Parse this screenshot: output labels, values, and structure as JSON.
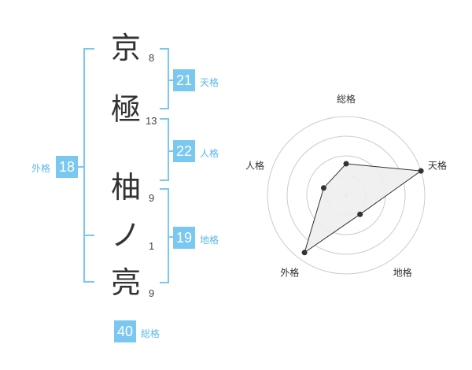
{
  "name_chars": [
    {
      "char": "京",
      "strokes": "8"
    },
    {
      "char": "極",
      "strokes": "13"
    },
    {
      "char": "柚",
      "strokes": "9"
    },
    {
      "char": "ノ",
      "strokes": "1"
    },
    {
      "char": "亮",
      "strokes": "9"
    }
  ],
  "scores": {
    "tenkaku": {
      "value": "21",
      "label": "天格"
    },
    "jinkaku": {
      "value": "22",
      "label": "人格"
    },
    "chikaku": {
      "value": "19",
      "label": "地格"
    },
    "gaikaku": {
      "value": "18",
      "label": "外格"
    },
    "soukaku": {
      "value": "40",
      "label": "総格"
    }
  },
  "colors": {
    "accent": "#7ac7f0",
    "label": "#5bb8ea",
    "grid": "#cccccc",
    "fill": "#eeeeee",
    "point": "#333333"
  },
  "chart_data": {
    "type": "radar",
    "axes": [
      "総格",
      "天格",
      "地格",
      "外格",
      "人格"
    ],
    "values": [
      2,
      5,
      1.5,
      4.5,
      1.5
    ],
    "rmax": 5,
    "rings": 4
  }
}
